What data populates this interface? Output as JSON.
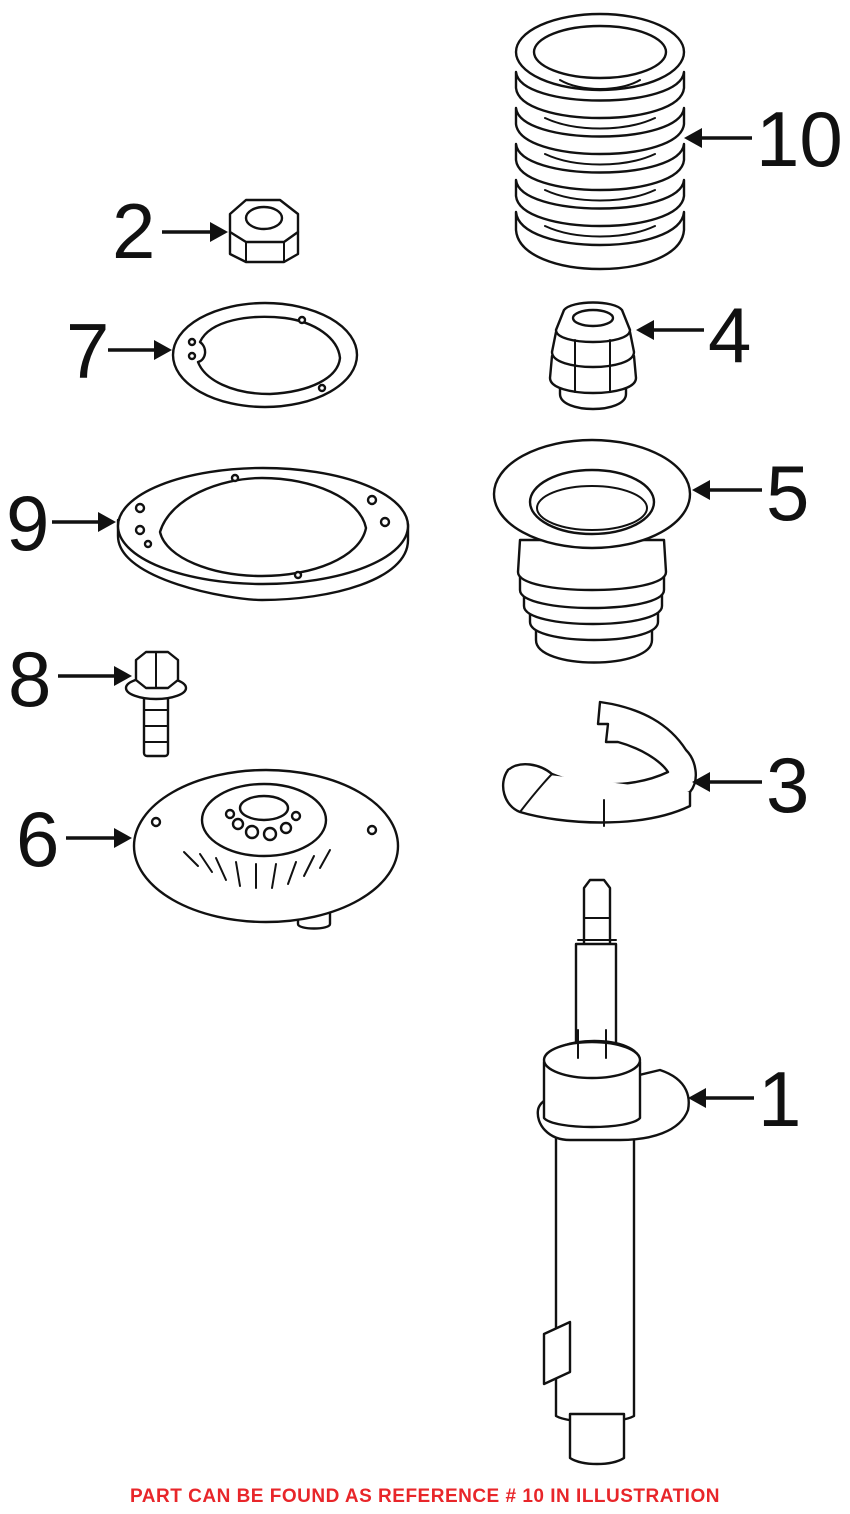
{
  "footer_note": "PART CAN BE FOUND AS REFERENCE # 10 IN ILLUSTRATION",
  "footer_color": "#e8262a",
  "callouts": [
    {
      "ref": "1",
      "part": "strut"
    },
    {
      "ref": "2",
      "part": "nut"
    },
    {
      "ref": "3",
      "part": "spring-seat"
    },
    {
      "ref": "4",
      "part": "bump-stop"
    },
    {
      "ref": "5",
      "part": "dust-boot"
    },
    {
      "ref": "6",
      "part": "strut-mount"
    },
    {
      "ref": "7",
      "part": "small-gasket"
    },
    {
      "ref": "8",
      "part": "bolt"
    },
    {
      "ref": "9",
      "part": "large-gasket"
    },
    {
      "ref": "10",
      "part": "coil-spring"
    }
  ]
}
